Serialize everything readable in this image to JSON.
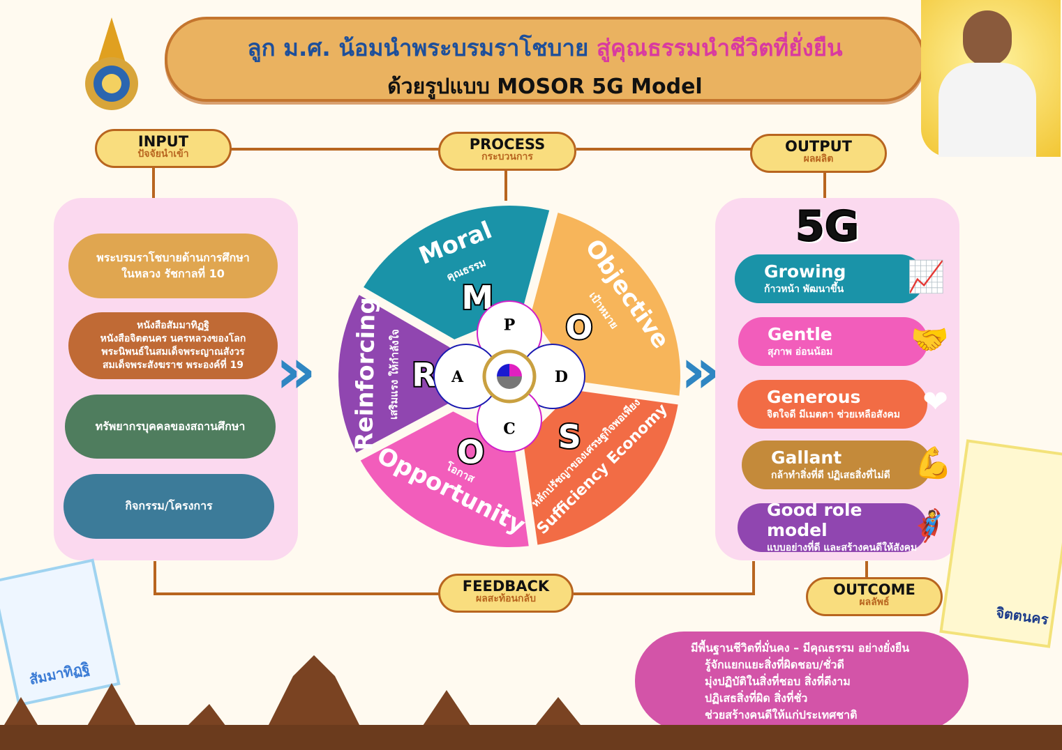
{
  "header": {
    "title_blue": "ลูก ม.ศ. น้อมนำพระบรมราโชบาย",
    "title_pink": "สู่คุณธรรมนำชีวิตที่ยั่งยืน",
    "subtitle": "ด้วยรูปแบบ  MOSOR 5G Model"
  },
  "stages": {
    "input": {
      "en": "INPUT",
      "th": "ปัจจัยนำเข้า"
    },
    "process": {
      "en": "PROCESS",
      "th": "กระบวนการ"
    },
    "output": {
      "en": "OUTPUT",
      "th": "ผลผลิต"
    },
    "feedback": {
      "en": "FEEDBACK",
      "th": "ผลสะท้อนกลับ"
    },
    "outcome": {
      "en": "OUTCOME",
      "th": "ผลลัพธ์"
    }
  },
  "inputs": [
    {
      "lines": [
        "พระบรมราโชบายด้านการศึกษา",
        "ในหลวง รัชกาลที่ 10"
      ],
      "color": "#e0a650"
    },
    {
      "lines": [
        "หนังสือสัมมาทิฏฐิ",
        "หนังสือจิตตนคร นครหลวงของโลก",
        "พระนิพนธ์ในสมเด็จพระญาณสังวร",
        "สมเด็จพระสังฆราช พระองค์ที่ 19"
      ],
      "color": "#c06a35"
    },
    {
      "lines": [
        "ทรัพยากรบุคคลของสถานศึกษา"
      ],
      "color": "#4f7d5e"
    },
    {
      "lines": [
        "กิจกรรม/โครงการ"
      ],
      "color": "#3c7b99"
    }
  ],
  "wheel": {
    "segments": [
      {
        "letter": "M",
        "en": "Moral",
        "th": "คุณธรรม",
        "color": "#1a93a8"
      },
      {
        "letter": "O",
        "en": "Objective",
        "th": "เป้าหมาย",
        "color": "#f7b55a"
      },
      {
        "letter": "S",
        "en": "Sufficiency Economy",
        "th": "หลักปรัชญาของเศรษฐกิจพอเพียง",
        "color": "#f26c45"
      },
      {
        "letter": "O",
        "en": "Opportunity",
        "th": "โอกาส",
        "color": "#f25dbb"
      },
      {
        "letter": "R",
        "en": "Reinforcing",
        "th": "เสริมแรง ให้กำลังใจ",
        "color": "#9046b0"
      }
    ],
    "cycle": [
      "P",
      "D",
      "C",
      "A"
    ]
  },
  "output": {
    "heading": "5G",
    "items": [
      {
        "name": "Growing",
        "desc": "ก้าวหน้า พัฒนาขึ้น",
        "color": "#1a93a8",
        "icon": "growth-chart-icon"
      },
      {
        "name": "Gentle",
        "desc": "สุภาพ อ่อนน้อม",
        "color": "#f25dbb",
        "icon": "handshake-icon"
      },
      {
        "name": "Generous",
        "desc": "จิตใจดี  มีเมตตา ช่วยเหลือสังคม",
        "color": "#f26c45",
        "icon": "heart-hug-icon"
      },
      {
        "name": "Gallant",
        "desc": "กล้าทำสิ่งที่ดี ปฏิเสธสิ่งที่ไม่ดี",
        "color": "#c48a3a",
        "icon": "strong-brain-icon"
      },
      {
        "name": "Good role model",
        "desc": "แบบอย่างที่ดี และสร้างคนดีให้สังคม",
        "color": "#9046b0",
        "icon": "superhero-icon"
      }
    ]
  },
  "outcome": {
    "lines": [
      "มีพื้นฐานชีวิตที่มั่นคง – มีคุณธรรม อย่างยั่งยืน",
      "รู้จักแยกแยะสิ่งที่ผิดชอบ/ชั่วดี",
      "มุ่งปฏิบัติในสิ่งที่ชอบ สิ่งที่ดีงาม",
      "ปฏิเสธสิ่งที่ผิด สิ่งที่ชั่ว",
      "ช่วยสร้างคนดีให้แก่ประเทศชาติ"
    ]
  },
  "books": {
    "left": "สัมมาทิฏฐิ",
    "right": "จิตตนคร"
  }
}
